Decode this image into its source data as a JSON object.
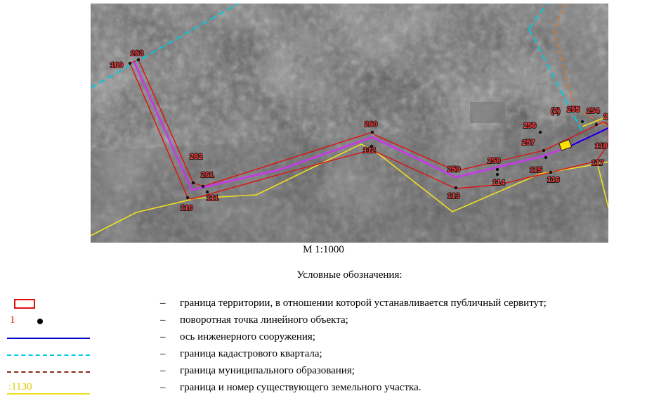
{
  "map": {
    "points": [
      {
        "id": "263",
        "label": "263"
      },
      {
        "id": "109",
        "label": "109"
      },
      {
        "id": "262",
        "label": "262"
      },
      {
        "id": "261",
        "label": "261"
      },
      {
        "id": "110",
        "label": "110"
      },
      {
        "id": "111",
        "label": "111"
      },
      {
        "id": "260",
        "label": "260"
      },
      {
        "id": "112",
        "label": "112"
      },
      {
        "id": "259",
        "label": "259"
      },
      {
        "id": "113",
        "label": "113"
      },
      {
        "id": "258",
        "label": "258"
      },
      {
        "id": "114",
        "label": "114"
      },
      {
        "id": "256",
        "label": "256"
      },
      {
        "id": "257",
        "label": "257"
      },
      {
        "id": "115",
        "label": "115"
      },
      {
        "id": "116",
        "label": "116"
      },
      {
        "id": "p2",
        "label": "(2)"
      },
      {
        "id": "255",
        "label": "255"
      },
      {
        "id": "254",
        "label": "254"
      },
      {
        "id": "118",
        "label": "118"
      },
      {
        "id": "117",
        "label": "117"
      },
      {
        "id": "e2",
        "label": "2"
      }
    ],
    "colors": {
      "servitude_boundary": "#e01010",
      "engineering_axis": "#0000cc",
      "axis_highlight": "#c040e0",
      "cadastral_quarter": "#00c8e0",
      "municipal_boundary": "#e07820",
      "land_plot": "#f0e020"
    }
  },
  "scale": "М 1:1000",
  "legend": {
    "title": "Условные обозначения:",
    "dash": "–",
    "items": [
      {
        "symbol": "red-rect",
        "text": "граница территории, в отношении которой устанавливается публичный сервитут;"
      },
      {
        "symbol": "point",
        "sample": "1",
        "text": "поворотная точка линейного объекта;"
      },
      {
        "symbol": "blue-line",
        "text": "ось инженерного сооружения;"
      },
      {
        "symbol": "cyan-dash",
        "text": "граница кадастрового квартала;"
      },
      {
        "symbol": "brown-dash",
        "text": "граница муниципального образования;"
      },
      {
        "symbol": "yellow-line",
        "sample": ":1130",
        "text": "граница и номер существующего земельного участка."
      }
    ]
  }
}
